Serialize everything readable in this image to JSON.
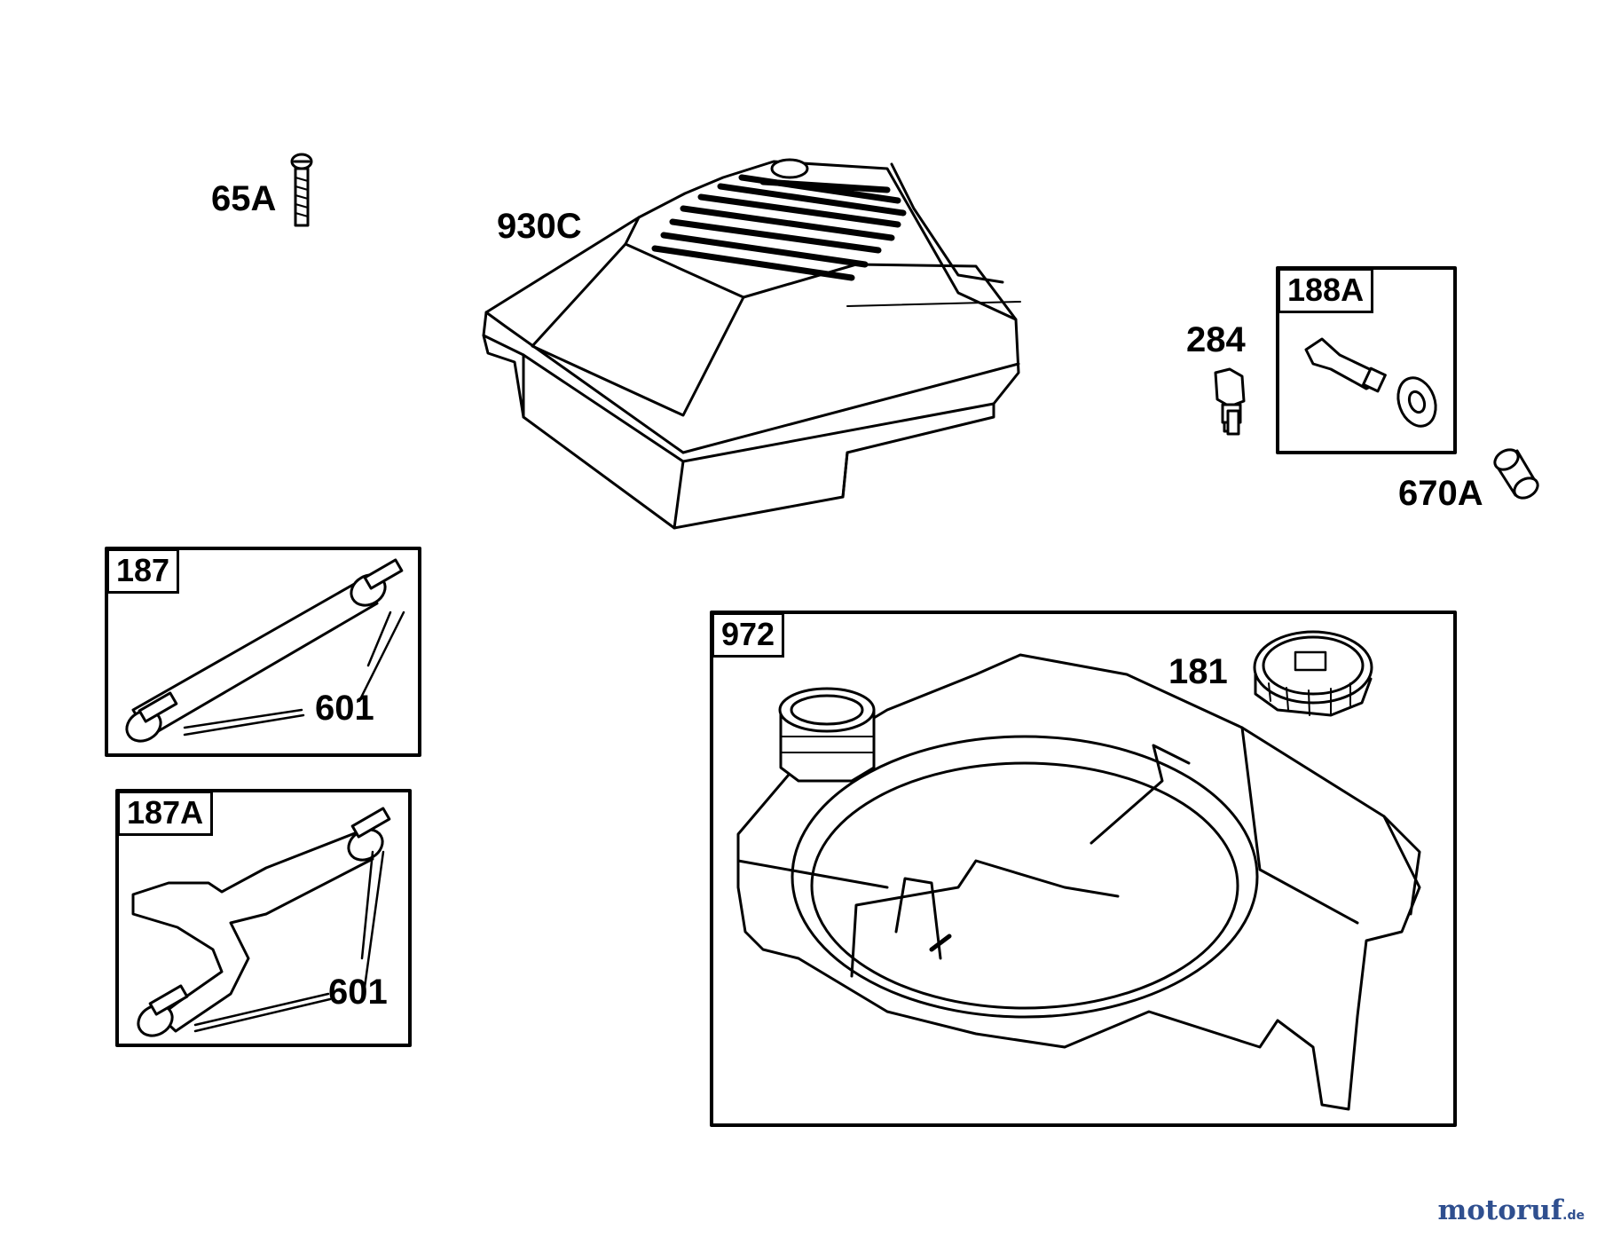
{
  "parts": {
    "screw": "65A",
    "blower_housing": "930C",
    "oil_fill_kit": "188A",
    "plug": "284",
    "bushing": "670A",
    "breather_tube": "187",
    "breather_tube_alt": "187A",
    "clamp": "601",
    "clamp_alt": "601",
    "fuel_tank": "972",
    "fuel_cap": "181"
  },
  "watermark": {
    "name": "motoruf",
    "tld": ".de",
    "color_primary": "#2f4f8f",
    "color_accent": "#d9801c"
  }
}
